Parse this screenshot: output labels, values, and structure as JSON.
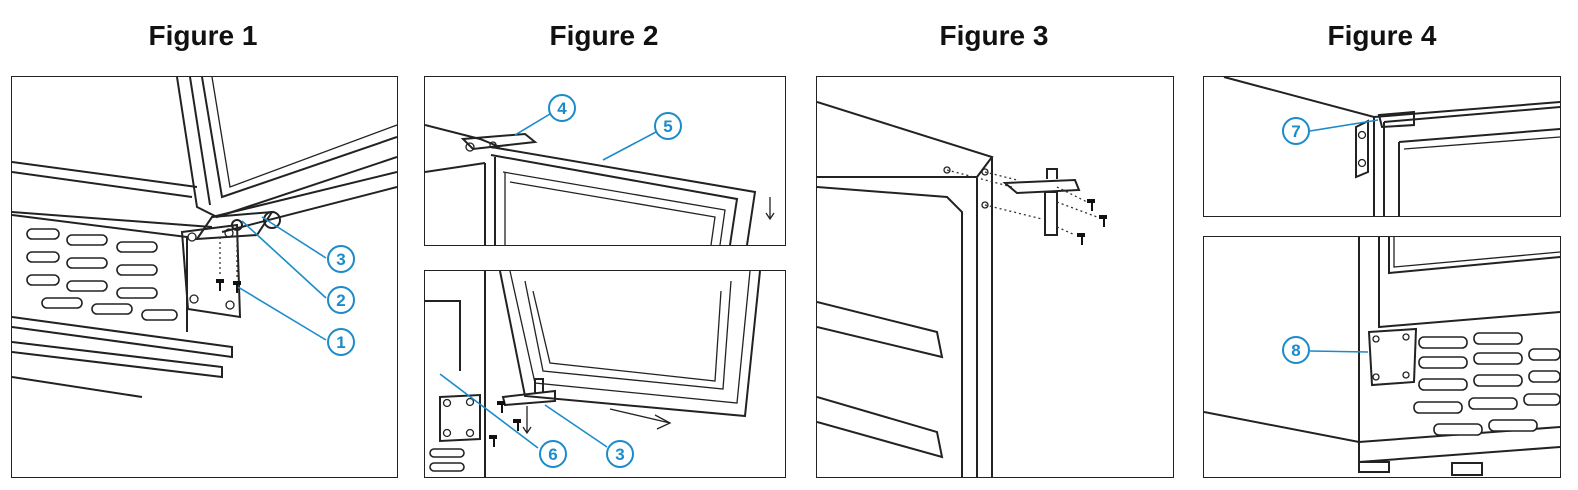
{
  "figures": [
    {
      "title": "Figure 1"
    },
    {
      "title": "Figure 2"
    },
    {
      "title": "Figure 3"
    },
    {
      "title": "Figure 4"
    }
  ],
  "callouts": {
    "fig1": [
      "3",
      "2",
      "1"
    ],
    "fig2_top": [
      "4",
      "5"
    ],
    "fig2_bottom": [
      "6",
      "3"
    ],
    "fig4_top": [
      "7"
    ],
    "fig4_bottom": [
      "8"
    ]
  },
  "colors": {
    "callout": "#1b8bc9",
    "line": "#222222"
  }
}
